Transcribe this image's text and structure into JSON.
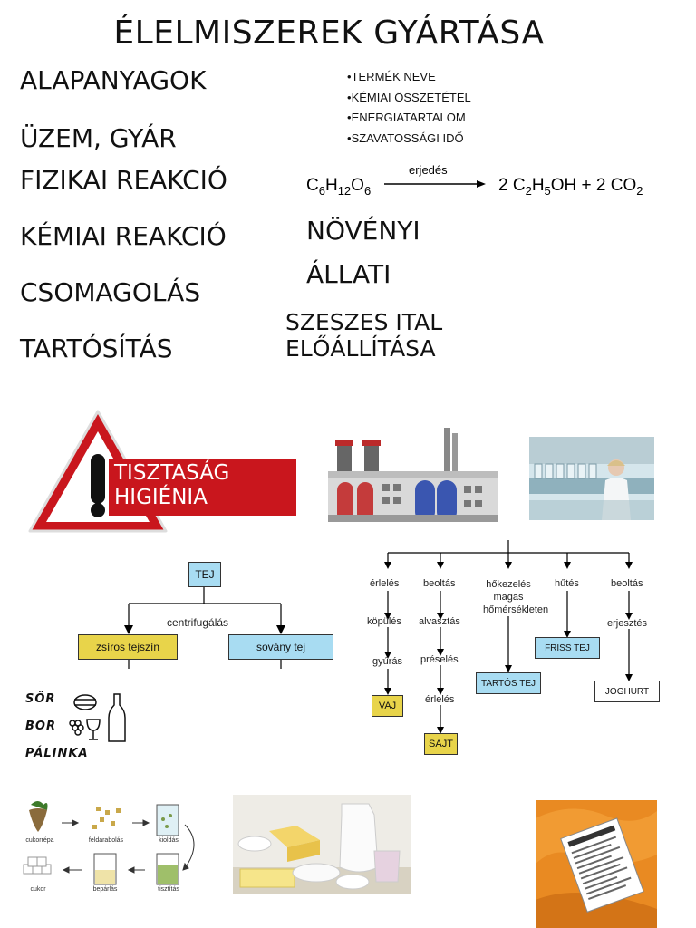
{
  "page": {
    "title": "ÉLELMISZEREK GYÁRTÁSA"
  },
  "left_terms": [
    "ALAPANYAGOK",
    "ÜZEM, GYÁR",
    "FIZIKAI REAKCIÓ",
    "KÉMIAI REAKCIÓ",
    "CSOMAGOLÁS",
    "TARTÓSÍTÁS"
  ],
  "label_bullets": [
    "TERMÉK NEVE",
    "KÉMIAI ÖSSZETÉTEL",
    "ENERGIATARTALOM",
    "SZAVATOSSÁGI IDŐ"
  ],
  "reaction": {
    "reactant": "C6H12O6",
    "arrow_label": "erjedés",
    "products": "2 C2H5OH + 2 CO2"
  },
  "origin": {
    "plant": "NÖVÉNYI",
    "animal": "ÁLLATI"
  },
  "alcohol_production": {
    "line1": "SZESZES ITAL",
    "line2": "ELŐÁLLÍTÁSA"
  },
  "warning_sign": {
    "line1": "TISZTASÁG",
    "line2": "HIGIÉNIA"
  },
  "milk_diagram": {
    "root": "TEJ",
    "process": "centrifugálás",
    "left": "zsíros tejszín",
    "right": "sovány tej"
  },
  "dairy_tree": {
    "columns": [
      {
        "steps": [
          "érlelés",
          "köpülés",
          "gyúrás"
        ],
        "product": "VAJ"
      },
      {
        "steps": [
          "beoltás",
          "alvasztás",
          "préselés",
          "érlelés"
        ],
        "product": "SAJT"
      },
      {
        "steps": [
          "hőkezelés",
          "magas",
          "hőmérsékleten"
        ],
        "product": "TARTÓS TEJ"
      },
      {
        "steps": [
          "hűtés"
        ],
        "product": "FRISS TEJ"
      },
      {
        "steps": [
          "beoltás",
          "erjesztés"
        ],
        "product": "JOGHURT"
      }
    ]
  },
  "drinks": [
    "SÖR",
    "BOR",
    "PÁLINKA"
  ],
  "sugar_process": {
    "labels": [
      "cukorrépa",
      "feldarabolás",
      "kioldás",
      "tisztítás",
      "bepárlás",
      "cukor"
    ]
  },
  "colors": {
    "sign_red": "#c9161d",
    "box_blue": "#a8dcf2",
    "box_yellow": "#e8d44a"
  }
}
